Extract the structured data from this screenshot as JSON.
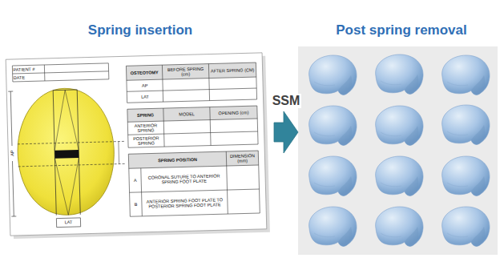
{
  "diagram": {
    "nodes": [
      {
        "text": [
          "Spring insertion"
        ]
      },
      {
        "text": [
          "Post spring removal"
        ]
      }
    ],
    "edges": [
      {
        "from": 0,
        "to": 1,
        "arrow": "to",
        "label": "SSM"
      }
    ],
    "labels": [
      "PATIENT #",
      "DATE",
      "OSTEOTOMY",
      "BEFORE SPRING (cm)",
      "AFTER SPRING (CM)",
      "AP",
      "LAT",
      "SPRING",
      "MODEL",
      "OPENING (cm)",
      "ANTERIOR SPRING",
      "POSTERIOR SPRING",
      "SPRING POSITION",
      "DIMENSION (mm)",
      "A",
      "CORONAL SUTURE TO ANTERIOR SPRING FOOT PLATE",
      "B",
      "ANTERIOR SPRING FOOT PLATE TO POSTERIOR SPRING FOOT PLATE",
      "AP",
      "LAT"
    ]
  }
}
